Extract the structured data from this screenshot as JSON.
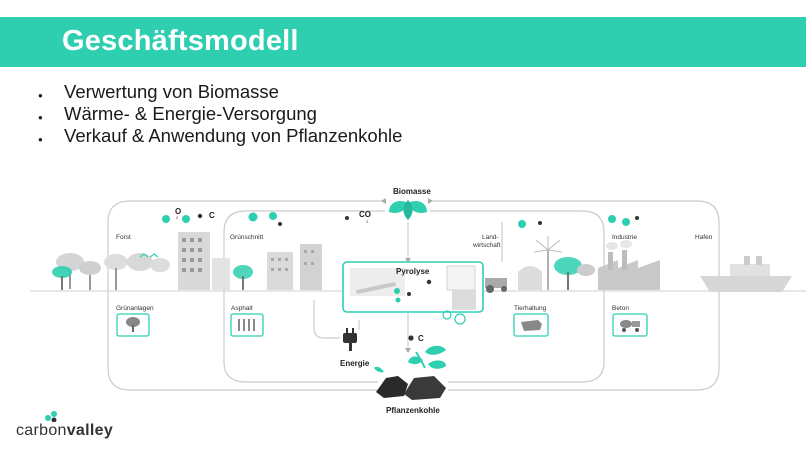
{
  "title": "Geschäftsmodell",
  "bullets": [
    "Verwertung von Biomasse",
    "Wärme- & Energie-Versorgung",
    "Verkauf & Anwendung von Pflanzenkohle"
  ],
  "diagram": {
    "biomasse": "Biomasse",
    "pyrolyse": "Pyrolyse",
    "energie": "Energie",
    "pflanzenkohle": "Pflanzenkohle",
    "c_label": "C",
    "co2": {
      "co": "CO",
      "sub": "2"
    },
    "o2c": {
      "o": "O",
      "sub": "2",
      "c": "C"
    },
    "top_labels": {
      "forst": "Forst",
      "gruenschnitt": "Grünschnitt",
      "landwirtschaft_1": "Land-",
      "landwirtschaft_2": "wirtschaft",
      "industrie": "Industrie",
      "hafen": "Hafen"
    },
    "boxes": {
      "gruenanlagen": "Grünanlagen",
      "asphalt": "Asphalt",
      "tierhaltung": "Tierhaltung",
      "beton": "Beton"
    }
  },
  "logo": {
    "part1": "carbon",
    "part2": "valley"
  },
  "colors": {
    "accent": "#2ecfb0",
    "gray": "#cfcfcf",
    "dark": "#333333"
  }
}
